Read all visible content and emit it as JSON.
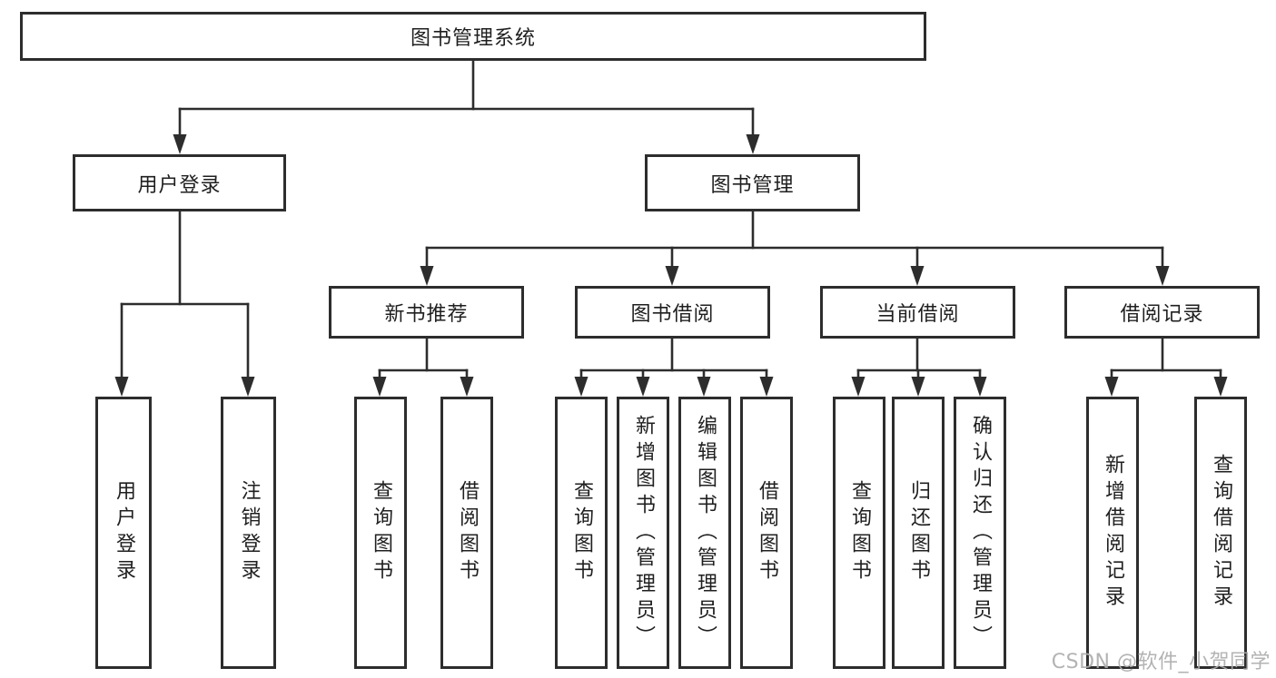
{
  "diagram": {
    "title": "图书管理系统",
    "branches": [
      {
        "label": "用户登录",
        "children": [
          {
            "label": "用户登录"
          },
          {
            "label": "注销登录"
          }
        ]
      },
      {
        "label": "图书管理",
        "children": [
          {
            "label": "新书推荐",
            "children": [
              {
                "label": "查询图书"
              },
              {
                "label": "借阅图书"
              }
            ]
          },
          {
            "label": "图书借阅",
            "children": [
              {
                "label": "查询图书"
              },
              {
                "label": "新增图书（管理员）"
              },
              {
                "label": "编辑图书（管理员）"
              },
              {
                "label": "借阅图书"
              }
            ]
          },
          {
            "label": "当前借阅",
            "children": [
              {
                "label": "查询图书"
              },
              {
                "label": "归还图书"
              },
              {
                "label": "确认归还（管理员）"
              }
            ]
          },
          {
            "label": "借阅记录",
            "children": [
              {
                "label": "新增借阅记录"
              },
              {
                "label": "查询借阅记录"
              }
            ]
          }
        ]
      }
    ]
  },
  "watermark": {
    "text": "CSDN @软件_小贺同学"
  },
  "colors": {
    "line": "#2d2d2d",
    "box_border": "#2d2d2d",
    "text": "#1f1f1f",
    "watermark": "#adadad",
    "background": "#ffffff"
  }
}
